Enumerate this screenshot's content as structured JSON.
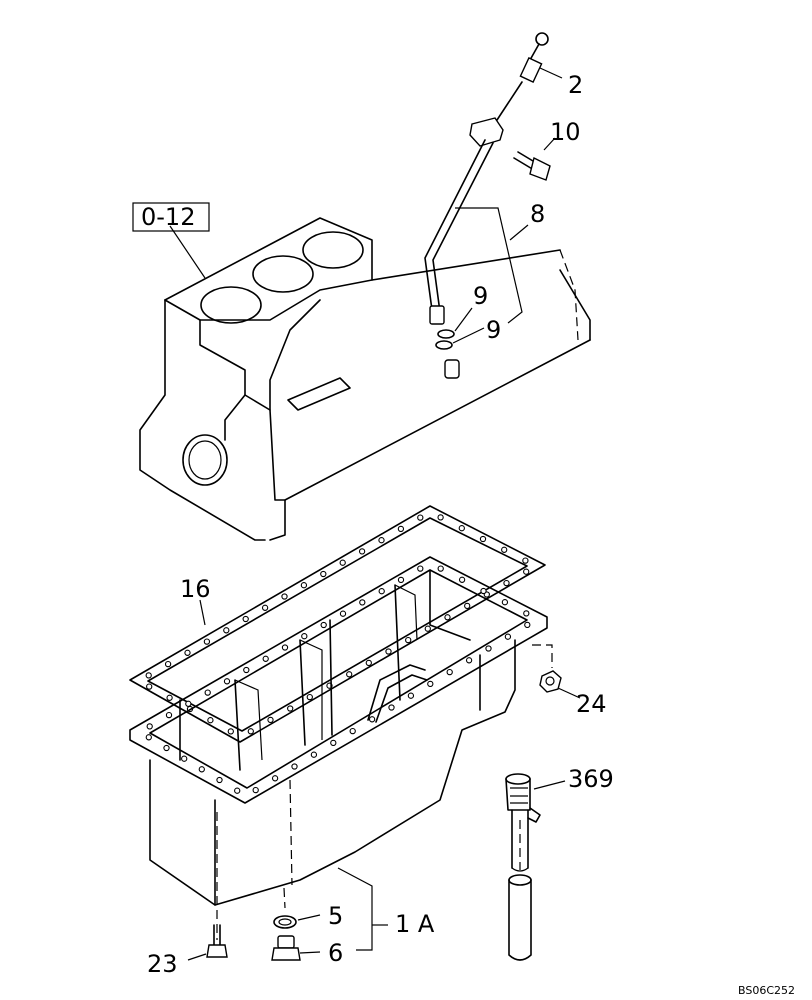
{
  "callouts": {
    "c2": "2",
    "c10": "10",
    "c8": "8",
    "c9a": "9",
    "c9b": "9",
    "c0_12": "0-12",
    "c16": "16",
    "c24": "24",
    "c369": "369",
    "c5": "5",
    "c1a": "1 A",
    "c6": "6",
    "c23": "23"
  },
  "drawing_code": "BS06C252"
}
